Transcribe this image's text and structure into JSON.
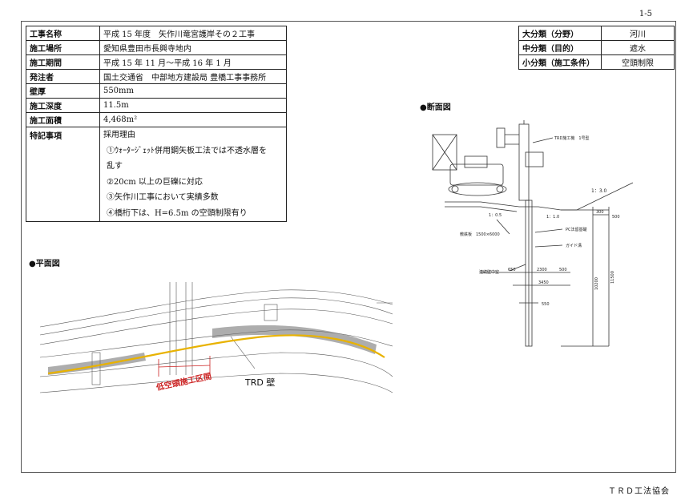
{
  "page_number": "1-5",
  "footer": "ＴＲＤ工法協会",
  "project_info": [
    {
      "label": "工事名称",
      "value": "平成 15 年度　矢作川竜宮護岸その２工事"
    },
    {
      "label": "施工場所",
      "value": "愛知県豊田市長興寺地内"
    },
    {
      "label": "施工期間",
      "value": "平成 15 年 11 月～平成 16 年 1 月"
    },
    {
      "label": "発注者",
      "value": "国土交通省　中部地方建設局 豊橋工事事務所"
    },
    {
      "label": "壁厚",
      "value": "550mm"
    },
    {
      "label": "施工深度",
      "value": "11.5m"
    },
    {
      "label": "施工面積",
      "value": "4,468m²"
    }
  ],
  "notes": {
    "label": "特記事項",
    "lines": [
      "採用理由",
      "①ｳｫｰﾀｰｼﾞｪｯﾄ併用鋼矢板工法では不透水層を",
      "乱す",
      "②20cm 以上の巨礫に対応",
      "③矢作川工事において実績多数",
      "④橋桁下は、H=6.5m の空頭制限有り"
    ]
  },
  "classification": [
    {
      "label": "大分類（分野）",
      "value": "河川"
    },
    {
      "label": "中分類（目的）",
      "value": "遮水"
    },
    {
      "label": "小分類（施工条件）",
      "value": "空頭制限"
    }
  ],
  "section_view": {
    "title": "●断面図",
    "labels": {
      "machine": "TRD施工機　1号型",
      "slope_right": "1：3.0",
      "slope_left": "1：0.5",
      "slope_mid": "1：1.0",
      "plate": "敷鉄板　1500×6000",
      "pc": "PC法留基礎",
      "guide": "ガイド溝",
      "center": "連続壁中空"
    },
    "dims": {
      "d650": "650",
      "d2300": "2300",
      "d500a": "500",
      "d3450": "3450",
      "d550": "550",
      "d300": "300",
      "d500b": "500",
      "d10200": "10200",
      "d11500": "11500"
    }
  },
  "plan_view": {
    "title": "●平面図",
    "low_clearance_label": "低空頭施工区間",
    "trd_label": "TRD 壁"
  },
  "colors": {
    "trd_wall": "#e8b200",
    "low_clearance": "#cc2222"
  }
}
